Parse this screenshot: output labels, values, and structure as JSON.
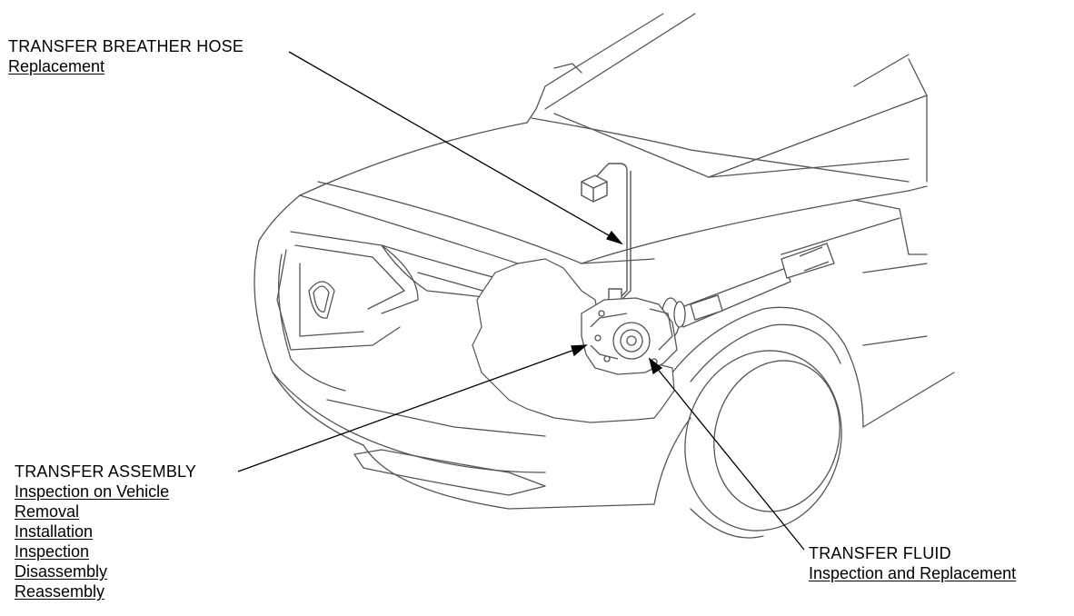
{
  "callouts": {
    "breather_hose": {
      "title": "TRANSFER BREATHER HOSE",
      "links": [
        "Replacement"
      ]
    },
    "assembly": {
      "title": "TRANSFER ASSEMBLY",
      "links": [
        "Inspection on Vehicle",
        "Removal",
        "Installation",
        "Inspection",
        "Disassembly",
        "Reassembly"
      ]
    },
    "fluid": {
      "title": "TRANSFER FLUID",
      "links": [
        "Inspection and Replacement"
      ]
    }
  },
  "colors": {
    "line": "#000000",
    "outline": "#555555",
    "background": "#ffffff"
  }
}
